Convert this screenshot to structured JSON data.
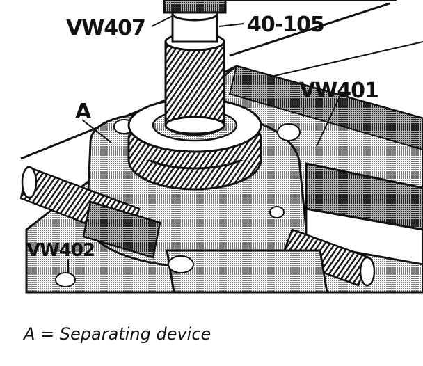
{
  "figure": {
    "labels": {
      "vw407": "VW407",
      "tool_40_105": "40-105",
      "vw401": "VW401",
      "a": "A",
      "vw402": "VW402"
    }
  },
  "caption": "A = Separating device",
  "colors": {
    "ink": "#111111",
    "paper": "#ffffff",
    "halftone": "#8a8a8a"
  }
}
